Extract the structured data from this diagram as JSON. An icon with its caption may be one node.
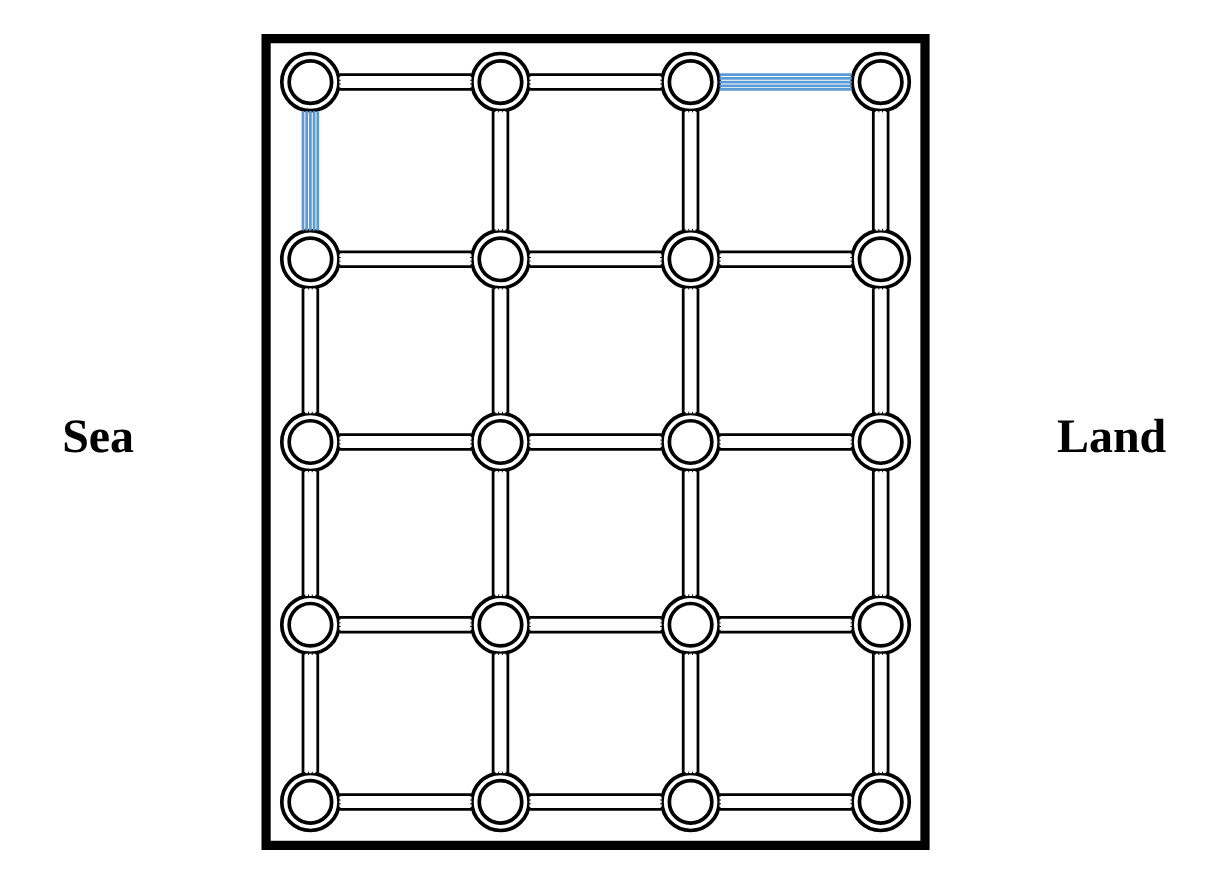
{
  "diagram": {
    "nodes": [
      {
        "text": [],
        "shape": "box"
      },
      {
        "text": [],
        "shape": "circle",
        "in": 0
      },
      {
        "text": [],
        "shape": "circle",
        "in": 0
      },
      {
        "text": [],
        "shape": "circle",
        "in": 0
      },
      {
        "text": [],
        "shape": "circle",
        "in": 0
      },
      {
        "text": [],
        "shape": "circle",
        "in": 0
      },
      {
        "text": [],
        "shape": "circle",
        "in": 0
      },
      {
        "text": [],
        "shape": "circle",
        "in": 0
      },
      {
        "text": [],
        "shape": "circle",
        "in": 0
      },
      {
        "text": [],
        "shape": "circle",
        "in": 0
      },
      {
        "text": [],
        "shape": "circle",
        "in": 0
      },
      {
        "text": [],
        "shape": "circle",
        "in": 0
      },
      {
        "text": [],
        "shape": "circle",
        "in": 0
      },
      {
        "text": [],
        "shape": "circle",
        "in": 0
      },
      {
        "text": [],
        "shape": "circle",
        "in": 0
      },
      {
        "text": [],
        "shape": "circle",
        "in": 0
      },
      {
        "text": [],
        "shape": "circle",
        "in": 0
      },
      {
        "text": [],
        "shape": "circle",
        "in": 0
      },
      {
        "text": [],
        "shape": "circle",
        "in": 0
      },
      {
        "text": [],
        "shape": "circle",
        "in": 0
      },
      {
        "text": [],
        "shape": "circle",
        "in": 0
      }
    ],
    "edges": [
      {
        "from": 1,
        "to": 2,
        "arrow": "none"
      },
      {
        "from": 2,
        "to": 3,
        "arrow": "none"
      },
      {
        "from": 3,
        "to": 4,
        "arrow": "none",
        "color": "#5b9bd5"
      },
      {
        "from": 1,
        "to": 5,
        "arrow": "none",
        "color": "#5b9bd5"
      },
      {
        "from": 2,
        "to": 6,
        "arrow": "none"
      },
      {
        "from": 3,
        "to": 7,
        "arrow": "none"
      },
      {
        "from": 4,
        "to": 8,
        "arrow": "none"
      },
      {
        "from": 5,
        "to": 6,
        "arrow": "none"
      },
      {
        "from": 6,
        "to": 7,
        "arrow": "none"
      },
      {
        "from": 7,
        "to": 8,
        "arrow": "none"
      },
      {
        "from": 5,
        "to": 9,
        "arrow": "none"
      },
      {
        "from": 6,
        "to": 10,
        "arrow": "none"
      },
      {
        "from": 7,
        "to": 11,
        "arrow": "none"
      },
      {
        "from": 8,
        "to": 12,
        "arrow": "none"
      },
      {
        "from": 9,
        "to": 10,
        "arrow": "none"
      },
      {
        "from": 10,
        "to": 11,
        "arrow": "none"
      },
      {
        "from": 11,
        "to": 12,
        "arrow": "none"
      },
      {
        "from": 9,
        "to": 13,
        "arrow": "none"
      },
      {
        "from": 10,
        "to": 14,
        "arrow": "none"
      },
      {
        "from": 11,
        "to": 15,
        "arrow": "none"
      },
      {
        "from": 12,
        "to": 16,
        "arrow": "none"
      },
      {
        "from": 13,
        "to": 14,
        "arrow": "none"
      },
      {
        "from": 14,
        "to": 15,
        "arrow": "none"
      },
      {
        "from": 15,
        "to": 16,
        "arrow": "none"
      },
      {
        "from": 13,
        "to": 17,
        "arrow": "none"
      },
      {
        "from": 14,
        "to": 18,
        "arrow": "none"
      },
      {
        "from": 15,
        "to": 19,
        "arrow": "none"
      },
      {
        "from": 16,
        "to": 20,
        "arrow": "none"
      },
      {
        "from": 17,
        "to": 18,
        "arrow": "none"
      },
      {
        "from": 18,
        "to": 19,
        "arrow": "none"
      },
      {
        "from": 19,
        "to": 20,
        "arrow": "none"
      }
    ],
    "labels": [
      "Sea",
      "Land"
    ]
  }
}
